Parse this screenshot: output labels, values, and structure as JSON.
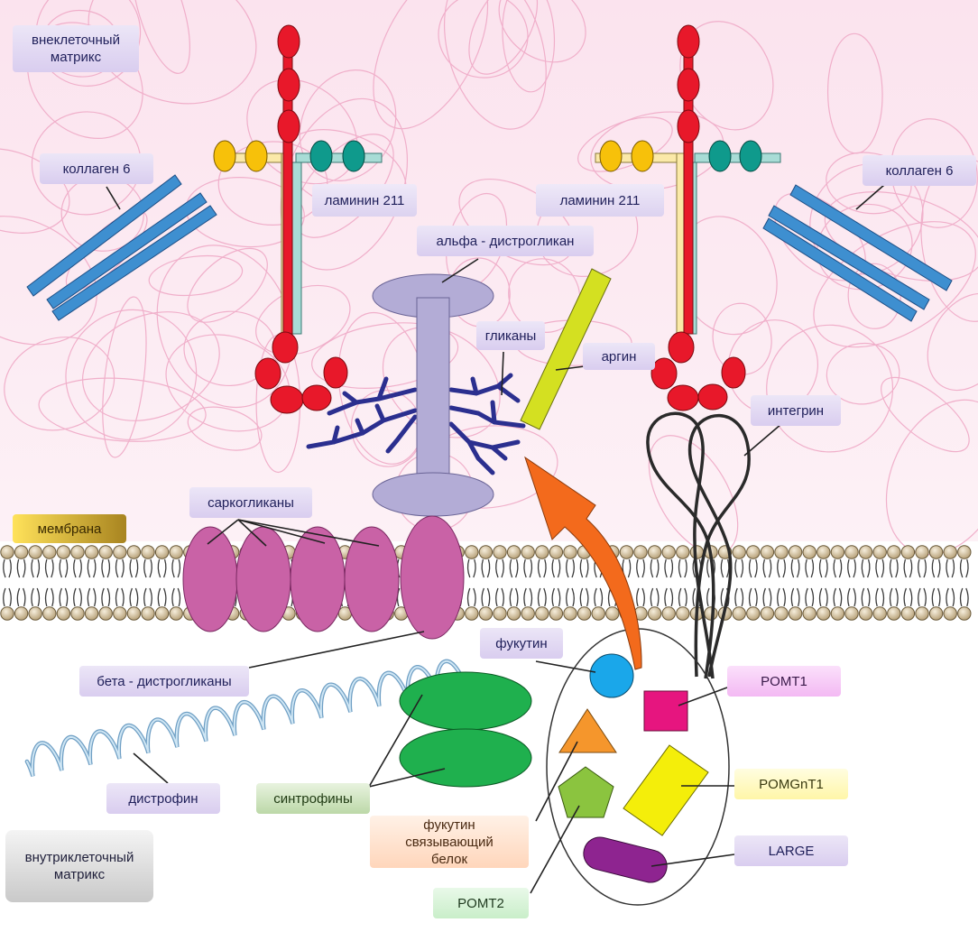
{
  "labels": {
    "extracellular": "внеклеточный\nматрикс",
    "collagen_left": "коллаген 6",
    "collagen_right": "коллаген 6",
    "laminin_left": "ламинин 211",
    "laminin_right": "ламинин 211",
    "alpha_dg": "альфа - дистрогликан",
    "glycans": "гликаны",
    "agrin": "аргин",
    "integrin": "интегрин",
    "sarcoglycans": "саркогликаны",
    "membrane": "мембрана",
    "fukutin": "фукутин",
    "beta_dg": "бета - дистрогликаны",
    "pomt1": "POMT1",
    "pomgnt1": "POMGnT1",
    "large": "LARGE",
    "dystrophin": "дистрофин",
    "syntrophins": "синтрофины",
    "fkrp": "фукутин\nсвязывающий\nбелок",
    "pomt2": "POMT2",
    "intracellular": "внутриклеточный\nматрикс"
  },
  "colors": {
    "background_lines": "#f2b8cf",
    "laminin_red": "#e8182a",
    "laminin_yellow_dots": "#f7c10a",
    "laminin_teal_dots": "#0f9a8c",
    "collagen_blue": "#3e8fd0",
    "dystroglycan_lilac": "#b3acd6",
    "glycan_navy": "#2b2f8f",
    "agrin_lime": "#d4e021",
    "sarcoglycan_magenta": "#c962a6",
    "syntrophin_green": "#1fb04e",
    "dystrophin_blue": "#a9cfe8",
    "enzyme_arrow_orange": "#f36a1c",
    "fukutin_blue": "#1aa7ea",
    "pomt1_magenta": "#e6157f",
    "fkrp_orange": "#f5962c",
    "pomt2_green": "#8bc43f",
    "pomgnt1_yellow": "#f4ee0a",
    "large_purple": "#8e2490",
    "membrane_bead": "#d8c8a8",
    "integrin_dark": "#2a2a2a"
  },
  "icons": {
    "arrow": "orange-curved-arrow-icon",
    "fukutin": "blue-circle-icon",
    "pomt1": "magenta-square-icon",
    "fkrp": "orange-triangle-icon",
    "pomt2": "green-pentagon-icon",
    "pomgnt1": "yellow-rectangle-icon",
    "large": "purple-capsule-icon"
  }
}
